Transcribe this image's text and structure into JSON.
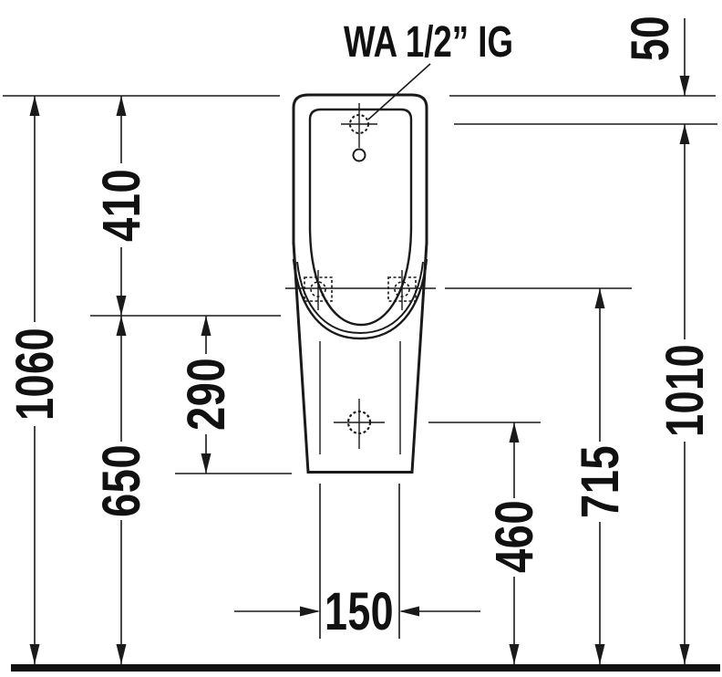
{
  "drawing": {
    "connection_label": "WA  1/2” IG",
    "dims": {
      "inlet_offset": "50",
      "upper_height": "410",
      "overall_height": "1060",
      "rim_to_base": "290",
      "base_height": "650",
      "inlet_height": "1010",
      "fixing_height": "715",
      "outlet_height": "460",
      "outlet_spread": "150"
    },
    "colors": {
      "line": "#1a1a1a",
      "floor": "#111111",
      "background": "#ffffff"
    }
  }
}
